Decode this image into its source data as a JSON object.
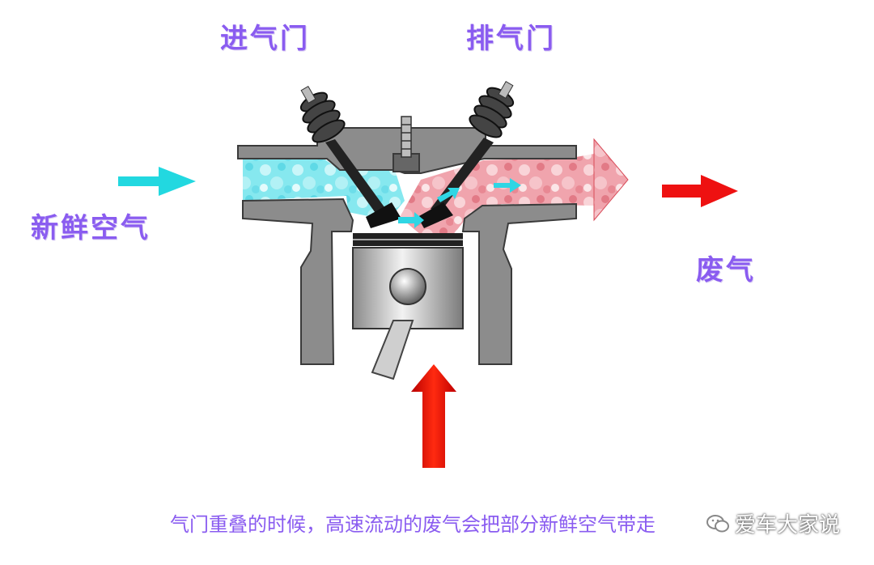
{
  "labels": {
    "intake_valve": "进气门",
    "exhaust_valve": "排气门",
    "fresh_air": "新鲜空气",
    "exhaust_gas": "废气"
  },
  "caption": "气门重叠的时候，高速流动的废气会把部分新鲜空气带走",
  "watermark": "爱车大家说",
  "colors": {
    "label_text": "#8a5cf0",
    "caption_text": "#8a5cf0",
    "fresh_air_arrow": "#22d8e0",
    "exhaust_arrow": "#ee1111",
    "engine_body": "#8c8c8c",
    "intake_flow": "#7ee6ee",
    "exhaust_flow": "#ec9aa3"
  },
  "icons": [
    "wechat-icon"
  ]
}
